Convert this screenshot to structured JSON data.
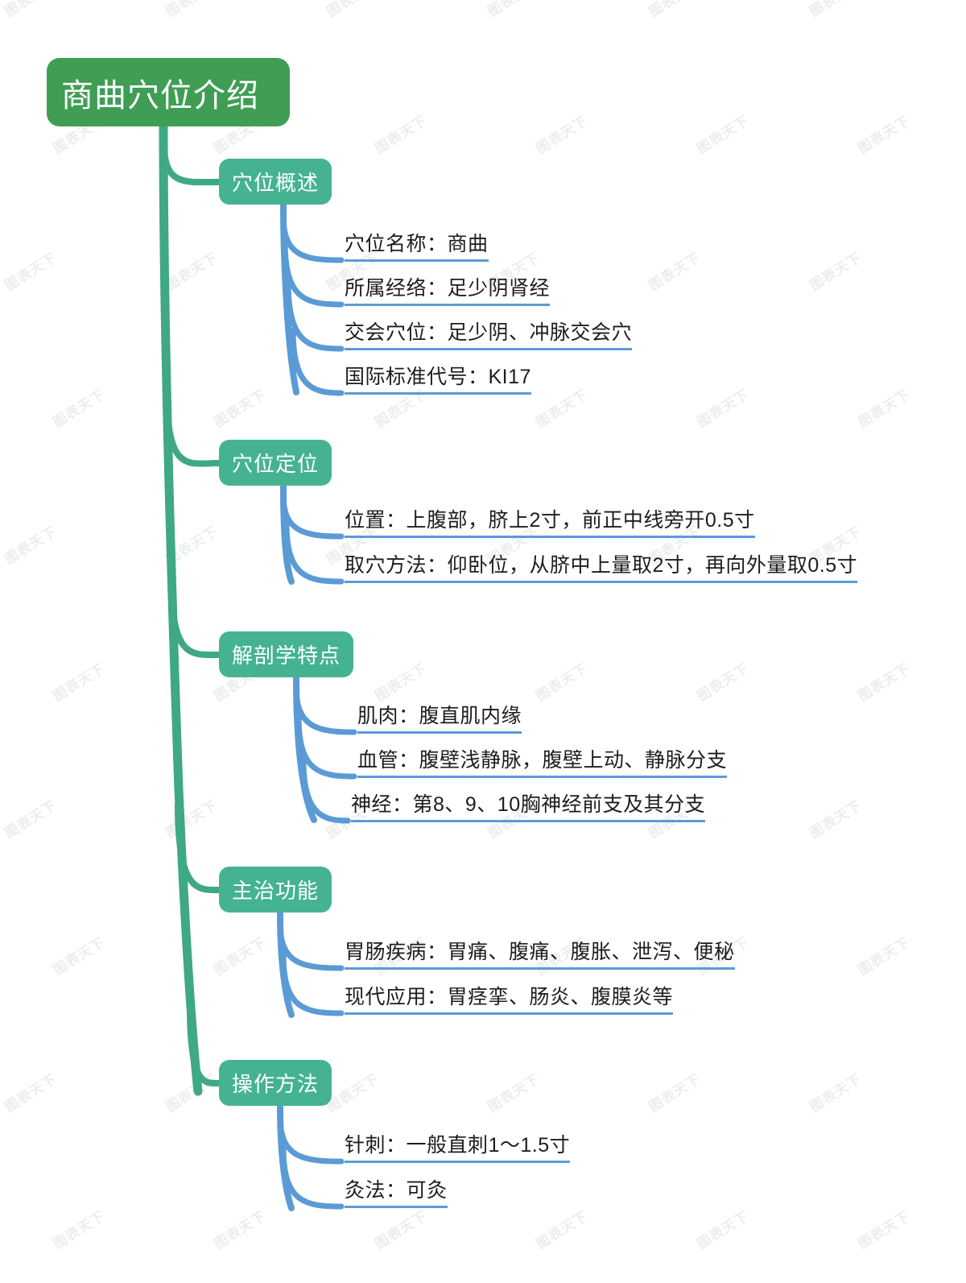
{
  "document": {
    "title": "商曲穴位介绍",
    "watermark_text": "图表天下",
    "colors": {
      "root_node": "#3f9e54",
      "branch_node": "#45b392",
      "trunk_line": "#3fa885",
      "leaf_line": "#5b9bd5",
      "leaf_text": "#1d1d1d",
      "background": "#ffffff",
      "watermark": "#eceded"
    }
  },
  "mindmap": {
    "root": {
      "label": "商曲穴位介绍"
    },
    "branches": [
      {
        "label": "穴位概述",
        "leaves": [
          {
            "text": "穴位名称：商曲"
          },
          {
            "text": "所属经络：足少阴肾经"
          },
          {
            "text": "交会穴位：足少阴、冲脉交会穴"
          },
          {
            "text": "国际标准代号：KI17"
          }
        ]
      },
      {
        "label": "穴位定位",
        "leaves": [
          {
            "text": "位置：上腹部，脐上2寸，前正中线旁开0.5寸"
          },
          {
            "text": "取穴方法：仰卧位，从脐中上量取2寸，再向外量取0.5寸"
          }
        ]
      },
      {
        "label": "解剖学特点",
        "leaves": [
          {
            "text": "肌肉：腹直肌内缘"
          },
          {
            "text": "血管：腹壁浅静脉，腹壁上动、静脉分支"
          },
          {
            "text": "神经：第8、9、10胸神经前支及其分支"
          }
        ]
      },
      {
        "label": "主治功能",
        "leaves": [
          {
            "text": "胃肠疾病：胃痛、腹痛、腹胀、泄泻、便秘"
          },
          {
            "text": "现代应用：胃痉挛、肠炎、腹膜炎等"
          }
        ]
      },
      {
        "label": "操作方法",
        "leaves": [
          {
            "text": "针刺：一般直刺1～1.5寸"
          },
          {
            "text": "灸法：可灸"
          }
        ]
      }
    ]
  }
}
